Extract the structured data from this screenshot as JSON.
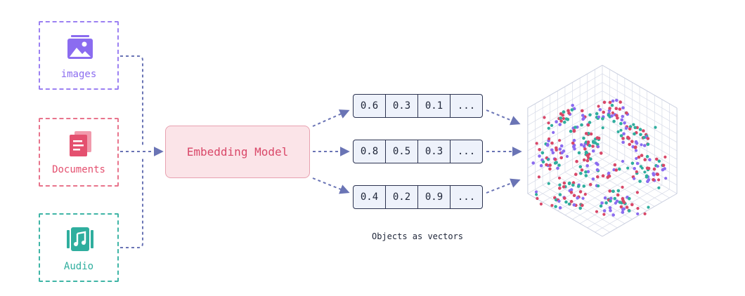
{
  "sources": [
    {
      "label": "images",
      "icon": "image-icon",
      "color": "#8b6cf0"
    },
    {
      "label": "Documents",
      "icon": "document-icon",
      "color": "#e4506f"
    },
    {
      "label": "Audio",
      "icon": "audio-icon",
      "color": "#2fae9e"
    }
  ],
  "model": {
    "label": "Embedding Model"
  },
  "vectors": [
    [
      "0.6",
      "0.3",
      "0.1",
      "..."
    ],
    [
      "0.8",
      "0.5",
      "0.3",
      "..."
    ],
    [
      "0.4",
      "0.2",
      "0.9",
      "..."
    ]
  ],
  "caption": "Objects as vectors",
  "colors": {
    "connector": "#6a74b5",
    "point_colors": [
      "#d94768",
      "#8b6cf0",
      "#2fae9e"
    ]
  }
}
